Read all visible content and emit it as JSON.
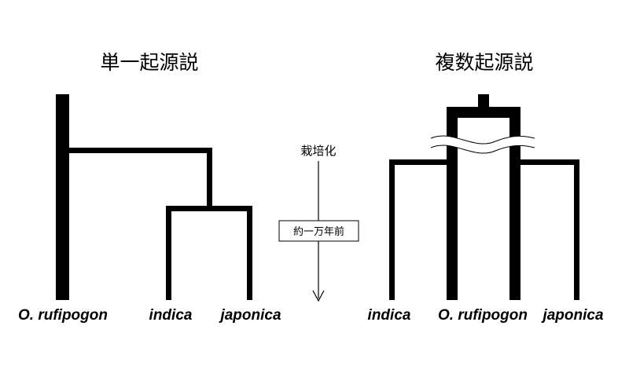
{
  "single_origin": {
    "title": "単一起源説",
    "labels": {
      "rufipogon": "O. rufipogon",
      "indica": "indica",
      "japonica": "japonica"
    }
  },
  "multiple_origin": {
    "title": "複数起源説",
    "labels": {
      "indica": "indica",
      "rufipogon": "O. rufipogon",
      "japonica": "japonica"
    }
  },
  "timeline": {
    "top_label": "栽培化",
    "box_label": "約一万年前"
  },
  "colors": {
    "line": "#000000",
    "background": "#ffffff"
  }
}
